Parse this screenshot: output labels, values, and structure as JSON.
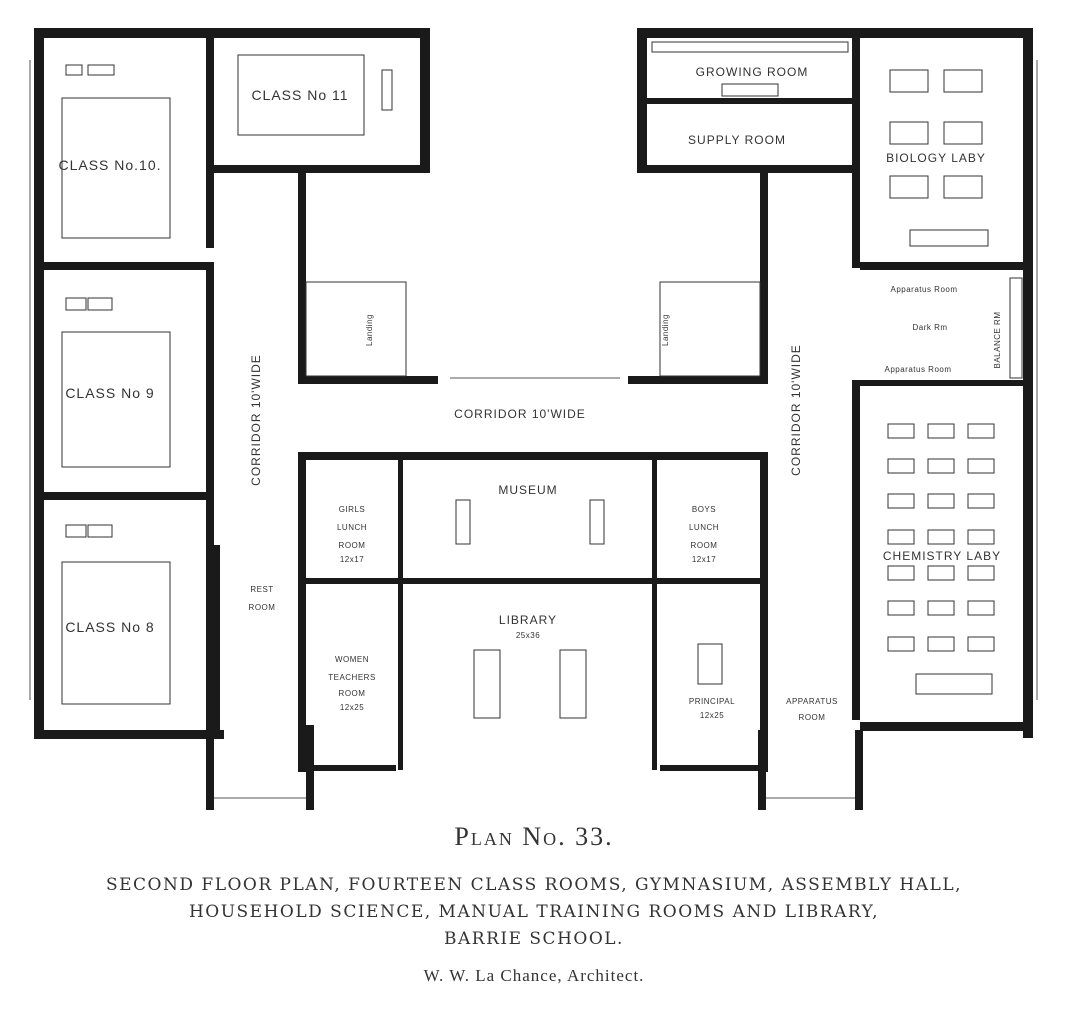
{
  "plan_labels": {
    "class_10": "CLASS No.10.",
    "class_11": "CLASS No 11",
    "class_9": "CLASS No 9",
    "class_8": "CLASS No 8",
    "corridor_left": "CORRIDOR 10'WIDE",
    "corridor_center": "CORRIDOR   10'WIDE",
    "corridor_right": "CORRIDOR 10'WIDE",
    "growing_room": "GROWING ROOM",
    "supply_room": "SUPPLY ROOM",
    "biology_lab": "BIOLOGY LABY",
    "apparatus_room_top": "Apparatus Room",
    "dark_room": "Dark Rm",
    "apparatus_room_bottom": "Apparatus Room",
    "balance_room": "BALANCE RM",
    "chemistry_lab": "CHEMISTRY LABY",
    "girls_lunch": [
      "GIRLS",
      "LUNCH",
      "ROOM",
      "12x17"
    ],
    "museum": "MUSEUM",
    "boys_lunch": [
      "BOYS",
      "LUNCH",
      "ROOM",
      "12x17"
    ],
    "rest_room": [
      "REST",
      "ROOM"
    ],
    "library": [
      "LIBRARY",
      "25x36"
    ],
    "women_teachers": [
      "WOMEN",
      "TEACHERS",
      "ROOM",
      "12x25"
    ],
    "principal": [
      "PRINCIPAL",
      "12x25"
    ],
    "apparatus_room": [
      "APPARATUS",
      "ROOM"
    ],
    "landing_left": "Landing",
    "landing_right": "Landing"
  },
  "caption": {
    "title": "Plan No. 33.",
    "subtitle_line1": "SECOND FLOOR PLAN, FOURTEEN CLASS ROOMS, GYMNASIUM, ASSEMBLY HALL,",
    "subtitle_line2": "HOUSEHOLD SCIENCE, MANUAL TRAINING ROOMS AND LIBRARY,",
    "subtitle_line3": "BARRIE SCHOOL.",
    "architect": "W. W. La Chance, Architect."
  }
}
